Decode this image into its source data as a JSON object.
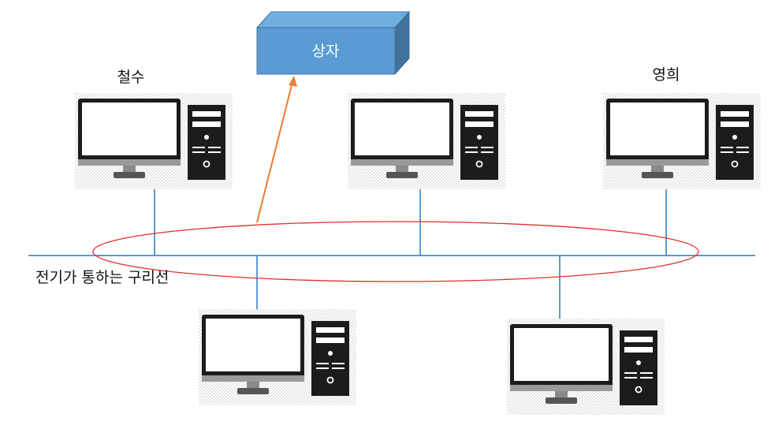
{
  "box": {
    "label": "상자",
    "front_color": "#5b9bd5",
    "top_color": "#6faee0",
    "side_color": "#41719c"
  },
  "computers": [
    {
      "label": "철수"
    },
    {
      "label": ""
    },
    {
      "label": "영희"
    },
    {
      "label": ""
    },
    {
      "label": ""
    }
  ],
  "bus": {
    "label": "전기가 통하는 구리선",
    "color": "#5b9bd5"
  },
  "highlight_color": "#e03030",
  "arrow_color": "#ed7d31"
}
